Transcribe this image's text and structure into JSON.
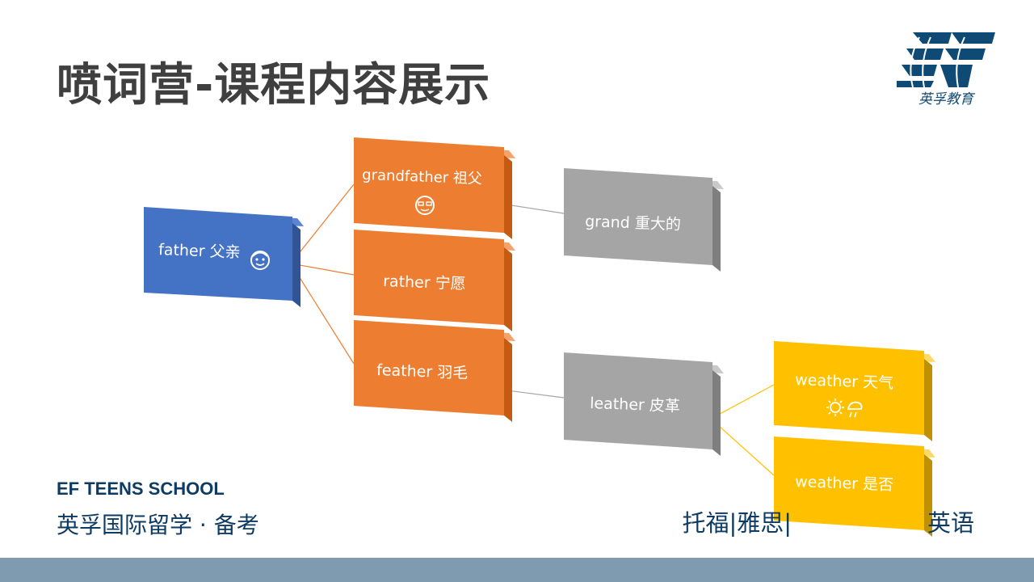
{
  "header": {
    "title": "喷词营-课程内容展示"
  },
  "logo": {
    "subtitle": "英孚教育",
    "icon": "ef-logo-icon"
  },
  "diagram": {
    "nodes": [
      {
        "id": "father",
        "text": "father 父亲",
        "icon": "child-face-icon",
        "color": "#4472c4"
      },
      {
        "id": "grandfather",
        "text": "grandfather 祖父",
        "icon": "grandpa-face-icon",
        "color": "#ed7d31"
      },
      {
        "id": "rather",
        "text": "rather 宁愿",
        "color": "#ed7d31"
      },
      {
        "id": "feather",
        "text": "feather 羽毛",
        "color": "#ed7d31"
      },
      {
        "id": "grand",
        "text": "grand 重大的",
        "color": "#a5a5a5"
      },
      {
        "id": "leather",
        "text": "leather 皮革",
        "color": "#a5a5a5"
      },
      {
        "id": "weather1",
        "text": "weather 天气",
        "icon": "sun-rain-icon",
        "color": "#ffc000"
      },
      {
        "id": "weather2",
        "text": "weather 是否",
        "color": "#ffc000"
      }
    ]
  },
  "footer": {
    "school": "EF TEENS SCHOOL",
    "school_cn": "英孚国际留学 · 备考",
    "courses": "托福|雅思|"
  }
}
